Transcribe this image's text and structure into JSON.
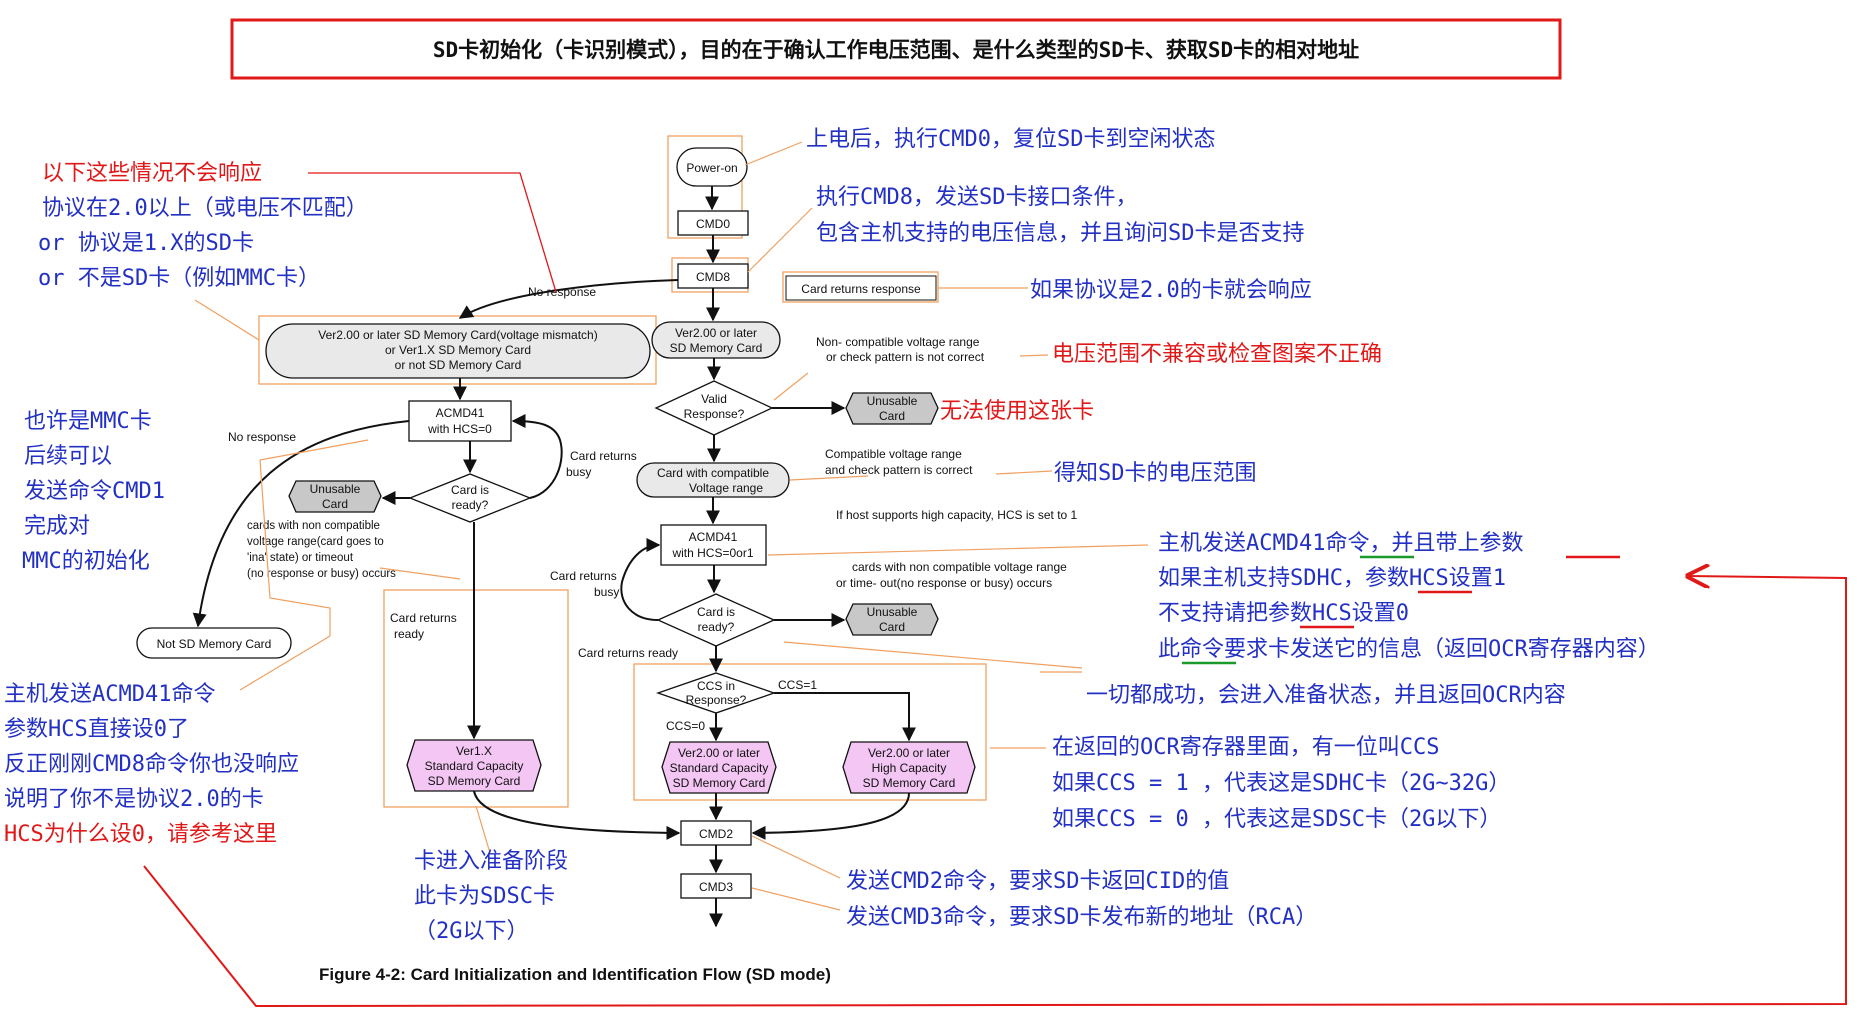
{
  "title": "SD卡初始化（卡识别模式），目的在于确认工作电压范围、是什么类型的SD卡、获取SD卡的相对地址",
  "figure_caption": "Figure 4-2: Card Initialization and Identification Flow (SD mode)",
  "nodes": {
    "power_on": "Power-on",
    "cmd0": "CMD0",
    "cmd8": "CMD8",
    "no_response_group": [
      "Ver2.00 or later SD Memory Card(voltage mismatch)",
      "or Ver1.X SD Memory Card",
      "or not SD Memory Card"
    ],
    "ver2_card": [
      "Ver2.00 or later",
      "SD Memory Card"
    ],
    "valid_response": [
      "Valid",
      "Response?"
    ],
    "unusable_card_1": [
      "Unusable",
      "Card"
    ],
    "card_compatible_voltage": [
      "Card with compatible",
      "Voltage range"
    ],
    "acmd41_right": [
      "ACMD41",
      "with HCS=0or1"
    ],
    "card_ready_right": [
      "Card is",
      "ready?"
    ],
    "unusable_card_2": [
      "Unusable",
      "Card"
    ],
    "ccs_response": [
      "CCS in",
      "Response?"
    ],
    "ver2_standard": [
      "Ver2.00 or later",
      "Standard Capacity",
      "SD Memory Card"
    ],
    "ver2_high": [
      "Ver2.00 or later",
      "High Capacity",
      "SD Memory Card"
    ],
    "acmd41_left": [
      "ACMD41",
      "with HCS=0"
    ],
    "card_ready_left": [
      "Card is",
      "ready?"
    ],
    "unusable_card_3": [
      "Unusable",
      "Card"
    ],
    "not_sd_card": "Not SD Memory Card",
    "ver1x_standard": [
      "Ver1.X",
      "Standard Capacity",
      "SD Memory Card"
    ],
    "cmd2": "CMD2",
    "cmd3": "CMD3"
  },
  "edge_labels": {
    "no_response_cmd8": "No response",
    "card_returns_response": "Card returns response",
    "non_compatible": [
      "Non-  compatible voltage range",
      "or check pattern is not correct"
    ],
    "compatible": [
      "Compatible voltage range",
      "and check pattern is correct"
    ],
    "hcs_note": "If host supports high capacity, HCS is set to 1",
    "card_returns_busy_right": [
      "Card returns",
      "busy"
    ],
    "non_compatible_cards_right": [
      "cards with non compatible voltage range",
      "or time-    out(no response or busy) occurs"
    ],
    "card_returns_ready_right": "Card returns ready",
    "ccs_1": "CCS=1",
    "ccs_0": "CCS=0",
    "no_response_acmd41": "No response",
    "card_returns_busy_left": [
      "Card returns",
      "busy"
    ],
    "non_compatible_cards_left": [
      "cards with non compatible",
      "voltage range(card goes to",
      "'ina' state) or timeout",
      "(no response or busy) occurs"
    ],
    "card_returns_ready_left": [
      "Card returns",
      "ready"
    ]
  },
  "notes": {
    "power_on_note": "上电后，执行CMD0，复位SD卡到空闲状态",
    "cmd8_note": [
      "执行CMD8，发送SD卡接口条件，",
      "包含主机支持的电压信息，并且询问SD卡是否支持"
    ],
    "response_note": "如果协议是2.0的卡就会响应",
    "voltage_error_note": "电压范围不兼容或检查图案不正确",
    "unusable_note": "无法使用这张卡",
    "voltage_range_note": "得知SD卡的电压范围",
    "acmd41_note": [
      "主机发送ACMD41命令，并且带上参数",
      "如果主机支持SDHC，参数HCS设置1",
      "不支持请把参数HCS设置0",
      "此命令要求卡发送它的信息（返回OCR寄存器内容）"
    ],
    "ready_note": "一切都成功，会进入准备状态，并且返回OCR内容",
    "ccs_note": [
      "在返回的OCR寄存器里面，有一位叫CCS",
      "如果CCS = 1 ，代表这是SDHC卡（2G~32G）",
      "如果CCS = 0 ，代表这是SDSC卡（2G以下）"
    ],
    "cmd2_note": "发送CMD2命令，要求SD卡返回CID的值",
    "cmd3_note": "发送CMD3命令，要求SD卡发布新的地址（RCA）",
    "no_response_cases": "以下这些情况不会响应",
    "cases": [
      "协议在2.0以上（或电压不匹配）",
      "or 协议是1.X的SD卡",
      "or 不是SD卡（例如MMC卡）"
    ],
    "mmc_note": [
      "也许是MMC卡",
      "后续可以",
      "发送命令CMD1",
      "完成对",
      "MMC的初始化"
    ],
    "hcs0_note": [
      "主机发送ACMD41命令",
      "参数HCS直接设0了",
      "反正刚刚CMD8命令你也没响应",
      "说明了你不是协议2.0的卡"
    ],
    "hcs0_reason": "HCS为什么设0，请参考这里",
    "sdsc_note": [
      "卡进入准备阶段",
      "此卡为SDSC卡",
      "（2G以下）"
    ]
  },
  "colors": {
    "note_blue": "#2330c4",
    "note_red": "#e01818",
    "leader_orange": "#f0a060",
    "unusable_gray": "#c8c8c8",
    "card_pink": "#f4c6f4",
    "underline_green": "#1a9a2a"
  }
}
